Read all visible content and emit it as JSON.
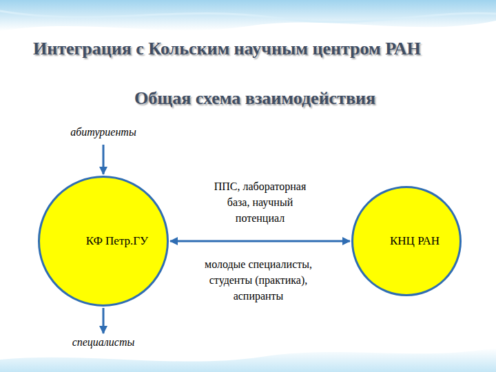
{
  "diagram": {
    "title": "Интеграция с Кольским научным центром РАН",
    "nodes": [
      {
        "text": [
          "КФ Петр.ГУ"
        ]
      },
      {
        "text": [
          "КНЦ РАН"
        ]
      }
    ],
    "edges": [
      {
        "from": 0,
        "to": 1,
        "arrow": "both",
        "label": "ППС, лабораторная база, научный потенциал"
      }
    ],
    "labels": [
      "Общая схема взаимодействия",
      "абитуриенты",
      "молодые специалисты, студенты (практика), аспиранты",
      "специалисты"
    ]
  }
}
